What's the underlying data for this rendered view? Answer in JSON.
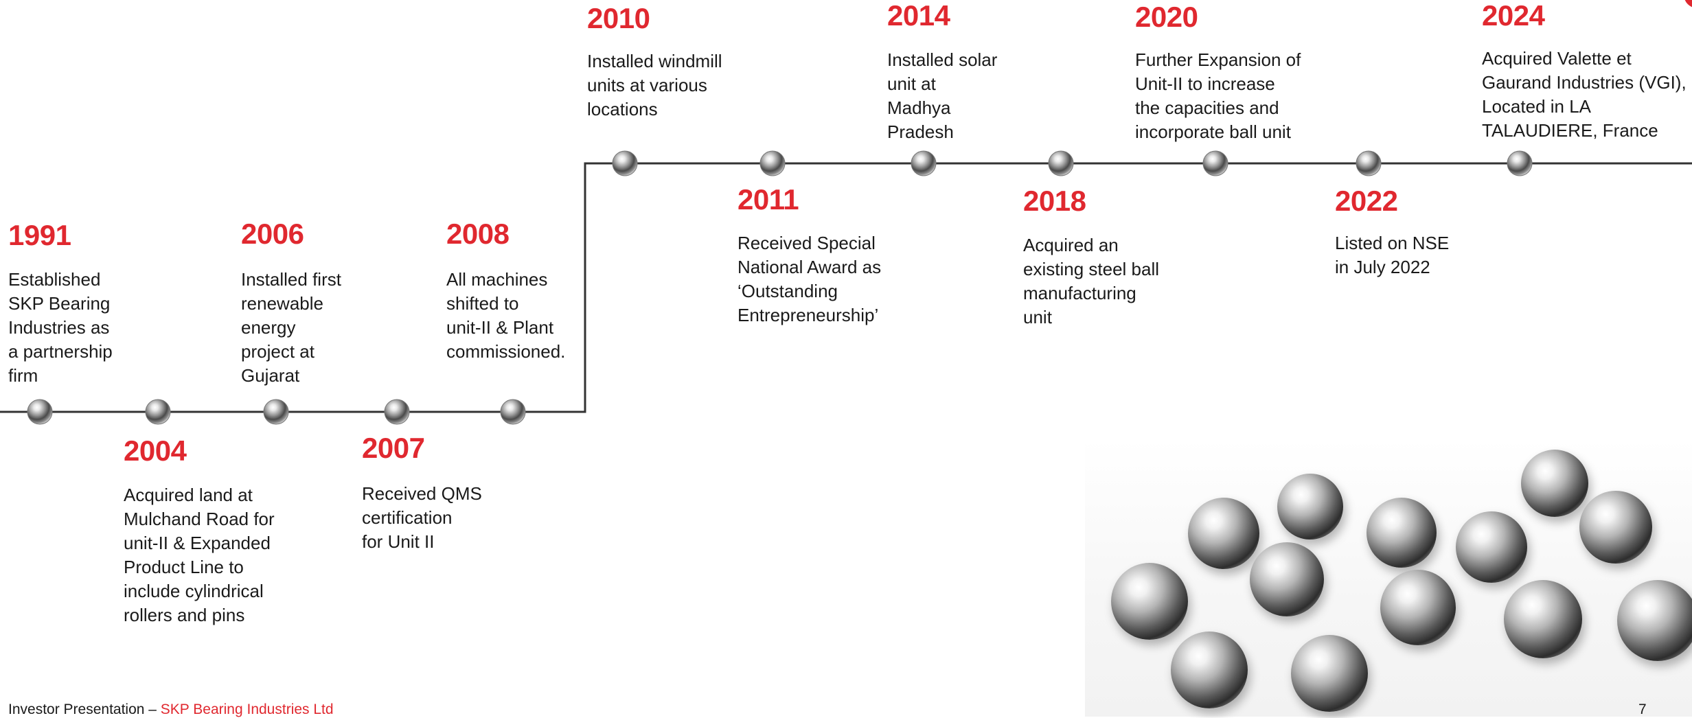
{
  "milestones": [
    {
      "year": "1991",
      "lines": [
        "Established",
        "SKP Bearing",
        "Industries as",
        "a partnership",
        "firm"
      ]
    },
    {
      "year": "2004",
      "lines": [
        "Acquired land at",
        "Mulchand Road for",
        "unit-II & Expanded",
        "Product Line to",
        "include cylindrical",
        "rollers and pins"
      ]
    },
    {
      "year": "2006",
      "lines": [
        "Installed first",
        "renewable",
        "energy",
        "project at",
        "Gujarat"
      ]
    },
    {
      "year": "2007",
      "lines": [
        "Received QMS",
        "certification",
        "for Unit II"
      ]
    },
    {
      "year": "2008",
      "lines": [
        "All machines",
        "shifted to",
        "unit-II & Plant",
        "commissioned."
      ]
    },
    {
      "year": "2010",
      "lines": [
        "Installed windmill",
        "units  at various",
        "locations"
      ]
    },
    {
      "year": "2011",
      "lines": [
        "Received Special",
        "National Award as",
        "‘Outstanding",
        "Entrepreneurship’"
      ]
    },
    {
      "year": "2014",
      "lines": [
        "Installed solar",
        "unit at",
        "Madhya",
        "Pradesh"
      ]
    },
    {
      "year": "2018",
      "lines": [
        "Acquired an",
        "existing steel ball",
        "manufacturing",
        "unit"
      ]
    },
    {
      "year": "2020",
      "lines": [
        "Further Expansion of",
        "Unit-II to increase",
        "the capacities and",
        "incorporate ball unit"
      ]
    },
    {
      "year": "2022",
      "lines": [
        "Listed on NSE",
        "in July 2022"
      ]
    },
    {
      "year": "2024",
      "lines": [
        "Acquired Valette et",
        "Gaurand Industries (VGI),",
        "Located in LA",
        "TALAUDIERE, France"
      ]
    }
  ],
  "footer": {
    "prefix": "Investor Presentation – ",
    "company": "SKP Bearing Industries Ltd",
    "page_number": "7"
  },
  "colors": {
    "accent": "#e0282f",
    "text": "#1a1a1a",
    "line": "#333333"
  }
}
